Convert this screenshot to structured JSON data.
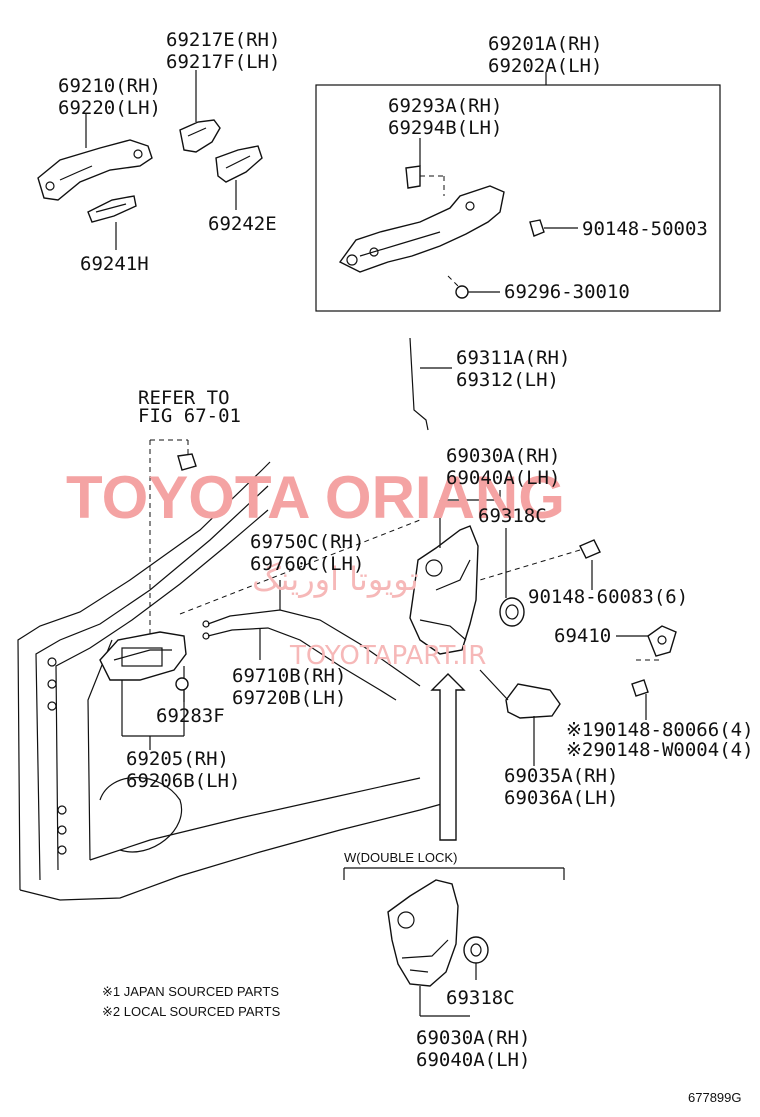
{
  "labels": {
    "outer_handle_cover": [
      "69217E(RH)",
      "69217F(LH)"
    ],
    "outer_handle": [
      "69210(RH)",
      "69220(LH)"
    ],
    "handle_pad_a": "69241H",
    "handle_pad_b": "69242E",
    "frame_assy": [
      "69201A(RH)",
      "69202A(LH)"
    ],
    "frame_sub": [
      "69293A(RH)",
      "69294B(LH)"
    ],
    "bolt_a": "90148-50003",
    "screw_a": "69296-30010",
    "rod": [
      "69311A(RH)",
      "69312(LH)"
    ],
    "refer_to": [
      "REFER TO",
      "FIG 67-01"
    ],
    "lock_assy": [
      "69030A(RH)",
      "69040A(LH)"
    ],
    "seal": "69318C",
    "cable_upper": [
      "69750C(RH)",
      "69760C(LH)"
    ],
    "screw_b": "90148-60083(6)",
    "striker": "69410",
    "cable_lower": [
      "69710B(RH)",
      "69720B(LH)"
    ],
    "cap": "69283F",
    "screw_c1": "※190148-80066(4)",
    "screw_c2": "※290148-W0004(4)",
    "inside_handle": [
      "69205(RH)",
      "69206B(LH)"
    ],
    "cover": [
      "69035A(RH)",
      "69036A(LH)"
    ],
    "double_lock_title": "W(DOUBLE LOCK)",
    "seal_2": "69318C",
    "lock_assy_2": [
      "69030A(RH)",
      "69040A(LH)"
    ],
    "notes": [
      "※1 JAPAN SOURCED PARTS",
      "※2 LOCAL SOURCED PARTS"
    ],
    "figure_id": "677899G"
  },
  "watermark": {
    "main": "TOYOTA ORIANG",
    "persian": "تویوتا اورینگ",
    "url": "TOYOTAPART.IR",
    "color": "#f4a3a3"
  }
}
